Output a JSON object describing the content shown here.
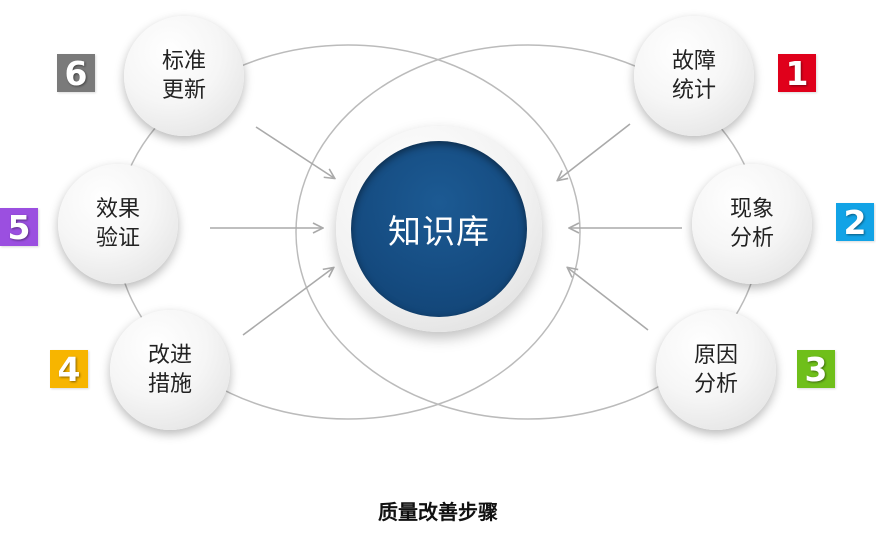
{
  "center": {
    "label": "知识库",
    "color": "#154b80"
  },
  "steps": [
    {
      "id": "1",
      "line1": "故障",
      "line2": "统计",
      "badge": "1",
      "badge_color": "#e0001b"
    },
    {
      "id": "2",
      "line1": "现象",
      "line2": "分析",
      "badge": "2",
      "badge_color": "#12a3e6"
    },
    {
      "id": "3",
      "line1": "原因",
      "line2": "分析",
      "badge": "3",
      "badge_color": "#6fbf1a"
    },
    {
      "id": "4",
      "line1": "改进",
      "line2": "措施",
      "badge": "4",
      "badge_color": "#f7b500"
    },
    {
      "id": "5",
      "line1": "效果",
      "line2": "验证",
      "badge": "5",
      "badge_color": "#9b4fe0"
    },
    {
      "id": "6",
      "line1": "标准",
      "line2": "更新",
      "badge": "6",
      "badge_color": "#7a7a7a"
    }
  ],
  "caption": "质量改善步骤",
  "line_color": "#bbbbbb"
}
